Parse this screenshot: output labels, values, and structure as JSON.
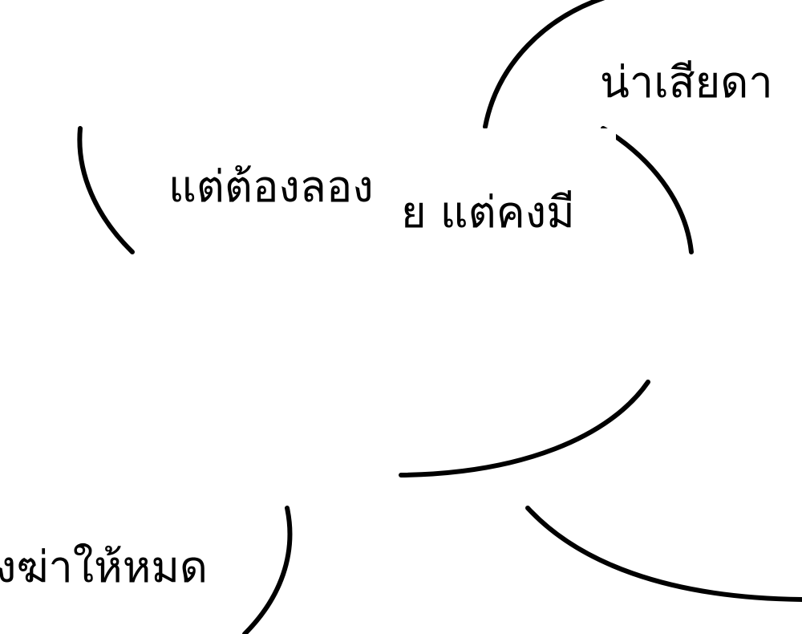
{
  "colors": {
    "background": "#ffffff",
    "ink": "#000000"
  },
  "bubbles": [
    {
      "text": "น่าเสียดา"
    },
    {
      "text": "แต่ต้องลอง"
    },
    {
      "text": "ย แต่คงมี"
    },
    {
      "text": "งฆ่าให้หมด"
    }
  ]
}
